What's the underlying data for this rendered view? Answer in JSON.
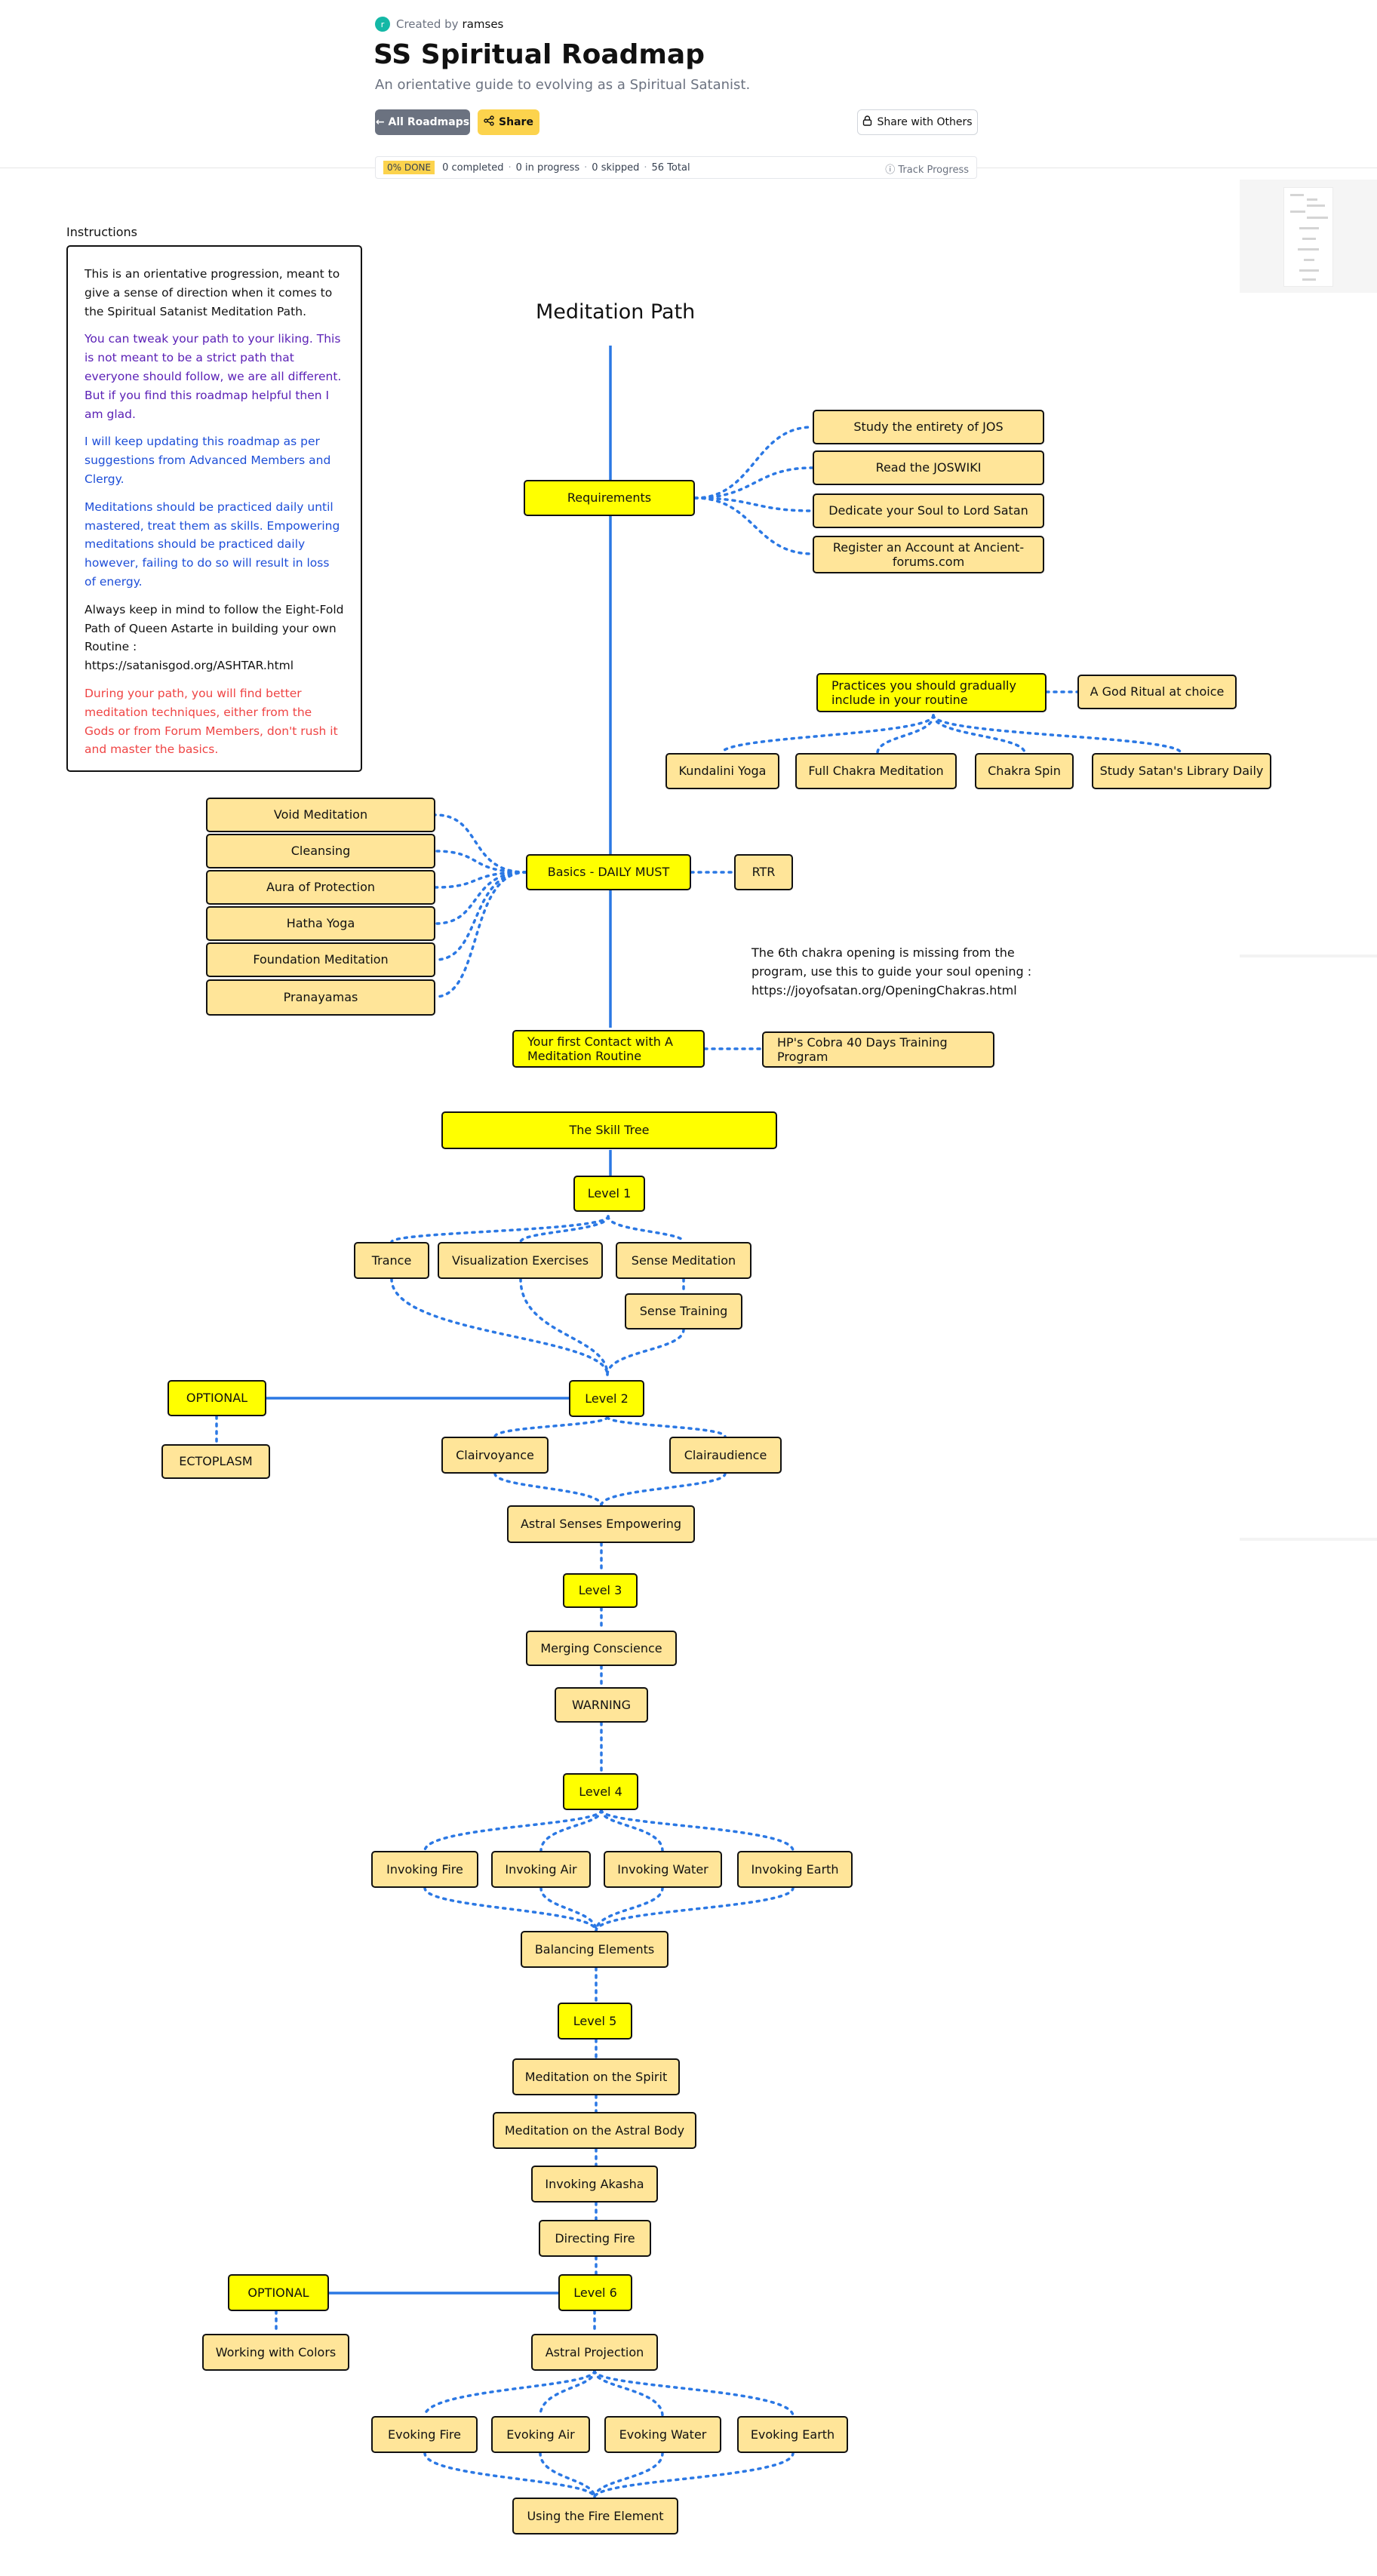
{
  "header": {
    "avatar_letter": "r",
    "created_by": "Created by",
    "author": "ramses",
    "title": "SS Spiritual Roadmap",
    "subtitle": "An orientative guide to evolving as a Spiritual Satanist.",
    "all_roadmaps": "← All Roadmaps",
    "share": "Share",
    "share_with_others": "Share with Others"
  },
  "progress": {
    "done_badge": "0% DONE",
    "completed": "0 completed",
    "in_progress": "0 in progress",
    "skipped": "0 skipped",
    "total": "56 Total",
    "track_progress": "Track Progress"
  },
  "instructions": {
    "label": "Instructions",
    "p1": "This is an orientative progression, meant to give a sense of direction when it comes to the Spiritual Satanist Meditation Path.",
    "p2": "You can tweak your path to your liking. This is not meant to be a strict path that everyone should follow, we are all different. But if you find this roadmap helpful then I am glad.",
    "p3": "I will keep updating this roadmap as per suggestions from Advanced Members and Clergy.",
    "p4": "Meditations should be practiced daily until mastered, treat them as skills. Empowering meditations should be practiced daily however, failing to do so will result in loss of energy.",
    "p5": "Always keep in mind to follow the Eight-Fold Path of Queen Astarte in building your own Routine : https://satanisgod.org/ASHTAR.html",
    "p6": "During your path, you will find better meditation techniques, either from the Gods or from Forum Members, don't rush it and master the basics."
  },
  "roadmap": {
    "main_title": "Meditation Path",
    "chakra_note": "The 6th chakra opening is missing from the program, use this to guide your soul opening : https://joyofsatan.org/OpeningChakras.html",
    "requirements": "Requirements",
    "req_items": [
      "Study the entirety of JOS",
      "Read the JOSWIKI",
      "Dedicate your Soul to Lord Satan",
      "Register an Account at Ancient-forums.com"
    ],
    "practices": "Practices you should gradually include in your routine",
    "god_ritual": "A God Ritual at choice",
    "practice_items": [
      "Kundalini Yoga",
      "Full Chakra Meditation",
      "Chakra Spin",
      "Study Satan's Library Daily"
    ],
    "basics": "Basics - DAILY MUST",
    "rtr": "RTR",
    "basics_items": [
      "Void Meditation",
      "Cleansing",
      "Aura of Protection",
      "Hatha Yoga",
      "Foundation Meditation",
      "Pranayamas"
    ],
    "first_contact": "Your first Contact with A Meditation Routine",
    "cobra": "HP's Cobra 40 Days Training Program",
    "skill_tree": "The Skill Tree",
    "level1": "Level 1",
    "level1_items": [
      "Trance",
      "Visualization Exercises",
      "Sense Meditation",
      "Sense Training"
    ],
    "level2": "Level 2",
    "optional": "OPTIONAL",
    "ectoplasm": "ECTOPLASM",
    "clairvoyance": "Clairvoyance",
    "clairaudience": "Clairaudience",
    "astral_senses": "Astral Senses Empowering",
    "level3": "Level 3",
    "merging": "Merging Conscience",
    "warning": "WARNING",
    "level4": "Level 4",
    "invoking_items": [
      "Invoking Fire",
      "Invoking Air",
      "Invoking Water",
      "Invoking Earth"
    ],
    "balancing": "Balancing Elements",
    "level5": "Level 5",
    "level5_items": [
      "Meditation on the Spirit",
      "Meditation on the Astral Body",
      "Invoking Akasha",
      "Directing Fire"
    ],
    "level6": "Level 6",
    "optional2": "OPTIONAL",
    "working_colors": "Working with Colors",
    "astral_projection": "Astral Projection",
    "evoking_items": [
      "Evoking Fire",
      "Evoking Air",
      "Evoking Water",
      "Evoking Earth"
    ],
    "fire_element": "Using the Fire Element"
  },
  "colors": {
    "wire": "#2b78e4",
    "node_fill": "#ffe599",
    "node_highlight": "#ffff00",
    "accent": "#fcd34d"
  }
}
